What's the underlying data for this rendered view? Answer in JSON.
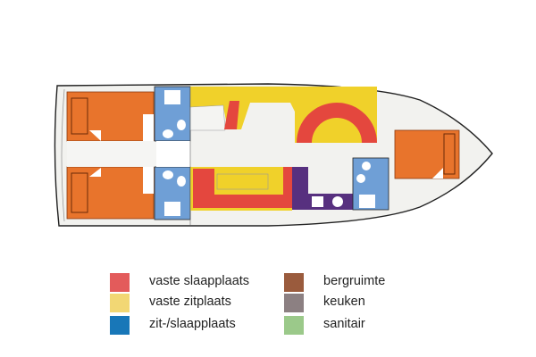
{
  "colors": {
    "cabin_orange": "#e8742c",
    "sanitary_blue": "#6f9fd6",
    "seat_yellow": "#f0d12a",
    "bed_red": "#e4473e",
    "galley_purple": "#57307f",
    "floor": "#f2f2ef"
  },
  "legend": {
    "items": [
      {
        "label": "vaste slaapplaats",
        "color": "#e35b5b"
      },
      {
        "label": "vaste zitplaats",
        "color": "#f2d774"
      },
      {
        "label": "zit-/slaapplaats",
        "color": "#1877b8"
      },
      {
        "label": "bergruimte",
        "color": "#9a5b3d"
      },
      {
        "label": "keuken",
        "color": "#8c8082"
      },
      {
        "label": "sanitair",
        "color": "#9bc98a"
      }
    ]
  }
}
